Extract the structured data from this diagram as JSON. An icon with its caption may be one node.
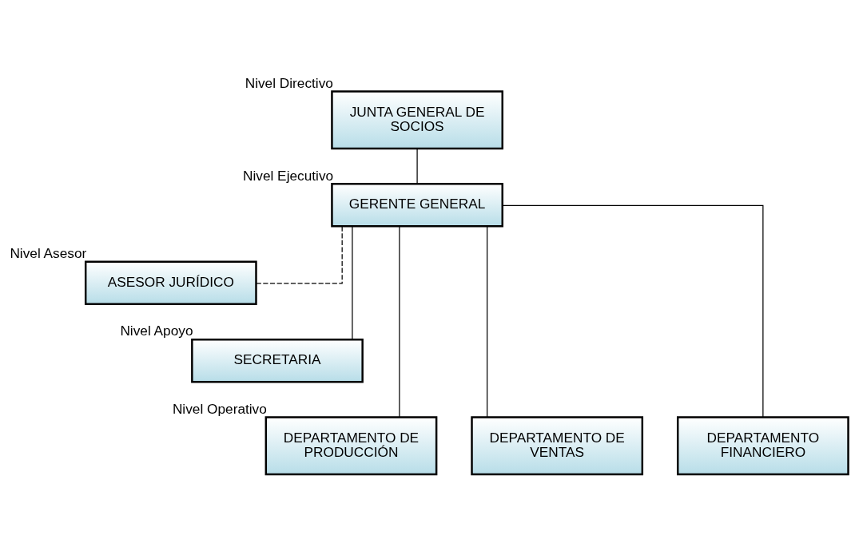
{
  "diagram": {
    "nodes": [
      {
        "text": [
          "JUNTA GENERAL DE SOCIOS"
        ],
        "beside": [
          "Nivel Directivo"
        ]
      },
      {
        "text": [
          "GERENTE GENERAL"
        ],
        "beside": [
          "Nivel Ejecutivo"
        ]
      },
      {
        "text": [
          "ASESOR JURÍDICO"
        ],
        "beside": [
          "Nivel Asesor"
        ]
      },
      {
        "text": [
          "SECRETARIA"
        ],
        "beside": [
          "Nivel Apoyo"
        ]
      },
      {
        "text": [
          "DEPARTAMENTO DE PRODUCCIÓN"
        ],
        "beside": [
          "Nivel Operativo"
        ]
      },
      {
        "text": [
          "DEPARTAMENTO DE VENTAS"
        ]
      },
      {
        "text": [
          "DEPARTAMENTO FINANCIERO"
        ]
      }
    ],
    "edges": [
      {
        "from": 0,
        "to": 1,
        "arrow": "none"
      },
      {
        "from": 1,
        "to": 2,
        "arrow": "none",
        "style": "dashed"
      },
      {
        "from": 1,
        "to": 3,
        "arrow": "none"
      },
      {
        "from": 1,
        "to": 4,
        "arrow": "none"
      },
      {
        "from": 1,
        "to": 5,
        "arrow": "none"
      },
      {
        "from": 1,
        "to": 6,
        "arrow": "none"
      }
    ]
  }
}
